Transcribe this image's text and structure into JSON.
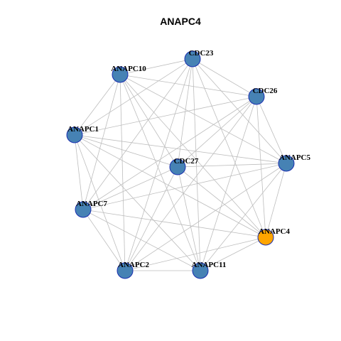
{
  "title": "ANAPC4",
  "colors": {
    "node_default": "#4682b4",
    "node_highlight": "#ffa500",
    "node_border": "#1a2fb0",
    "edge": "#bdbdbd",
    "background": "#ffffff"
  },
  "nodes": [
    {
      "id": "CDC23",
      "label": "CDC23",
      "highlight": false
    },
    {
      "id": "ANAPC10",
      "label": "ANAPC10",
      "highlight": false
    },
    {
      "id": "CDC26",
      "label": "CDC26",
      "highlight": false
    },
    {
      "id": "ANAPC1",
      "label": "ANAPC1",
      "highlight": false
    },
    {
      "id": "CDC27",
      "label": "CDC27",
      "highlight": false
    },
    {
      "id": "ANAPC5",
      "label": "ANAPC5",
      "highlight": false
    },
    {
      "id": "ANAPC7",
      "label": "ANAPC7",
      "highlight": false
    },
    {
      "id": "ANAPC4",
      "label": "ANAPC4",
      "highlight": true
    },
    {
      "id": "ANAPC2",
      "label": "ANAPC2",
      "highlight": false
    },
    {
      "id": "ANAPC11",
      "label": "ANAPC11",
      "highlight": false
    }
  ],
  "edges": [
    [
      "CDC23",
      "ANAPC10"
    ],
    [
      "CDC23",
      "CDC26"
    ],
    [
      "CDC23",
      "ANAPC1"
    ],
    [
      "CDC23",
      "CDC27"
    ],
    [
      "CDC23",
      "ANAPC5"
    ],
    [
      "CDC23",
      "ANAPC7"
    ],
    [
      "CDC23",
      "ANAPC4"
    ],
    [
      "CDC23",
      "ANAPC2"
    ],
    [
      "CDC23",
      "ANAPC11"
    ],
    [
      "ANAPC10",
      "CDC26"
    ],
    [
      "ANAPC10",
      "ANAPC1"
    ],
    [
      "ANAPC10",
      "CDC27"
    ],
    [
      "ANAPC10",
      "ANAPC5"
    ],
    [
      "ANAPC10",
      "ANAPC7"
    ],
    [
      "ANAPC10",
      "ANAPC4"
    ],
    [
      "ANAPC10",
      "ANAPC2"
    ],
    [
      "ANAPC10",
      "ANAPC11"
    ],
    [
      "CDC26",
      "ANAPC1"
    ],
    [
      "CDC26",
      "CDC27"
    ],
    [
      "CDC26",
      "ANAPC5"
    ],
    [
      "CDC26",
      "ANAPC7"
    ],
    [
      "CDC26",
      "ANAPC4"
    ],
    [
      "CDC26",
      "ANAPC2"
    ],
    [
      "CDC26",
      "ANAPC11"
    ],
    [
      "ANAPC1",
      "CDC27"
    ],
    [
      "ANAPC1",
      "ANAPC5"
    ],
    [
      "ANAPC1",
      "ANAPC7"
    ],
    [
      "ANAPC1",
      "ANAPC4"
    ],
    [
      "ANAPC1",
      "ANAPC2"
    ],
    [
      "ANAPC1",
      "ANAPC11"
    ],
    [
      "CDC27",
      "ANAPC5"
    ],
    [
      "CDC27",
      "ANAPC7"
    ],
    [
      "CDC27",
      "ANAPC4"
    ],
    [
      "CDC27",
      "ANAPC2"
    ],
    [
      "CDC27",
      "ANAPC11"
    ],
    [
      "ANAPC5",
      "ANAPC7"
    ],
    [
      "ANAPC5",
      "ANAPC4"
    ],
    [
      "ANAPC5",
      "ANAPC2"
    ],
    [
      "ANAPC5",
      "ANAPC11"
    ],
    [
      "ANAPC7",
      "ANAPC4"
    ],
    [
      "ANAPC7",
      "ANAPC2"
    ],
    [
      "ANAPC7",
      "ANAPC11"
    ],
    [
      "ANAPC4",
      "ANAPC2"
    ],
    [
      "ANAPC4",
      "ANAPC11"
    ],
    [
      "ANAPC2",
      "ANAPC11"
    ]
  ]
}
